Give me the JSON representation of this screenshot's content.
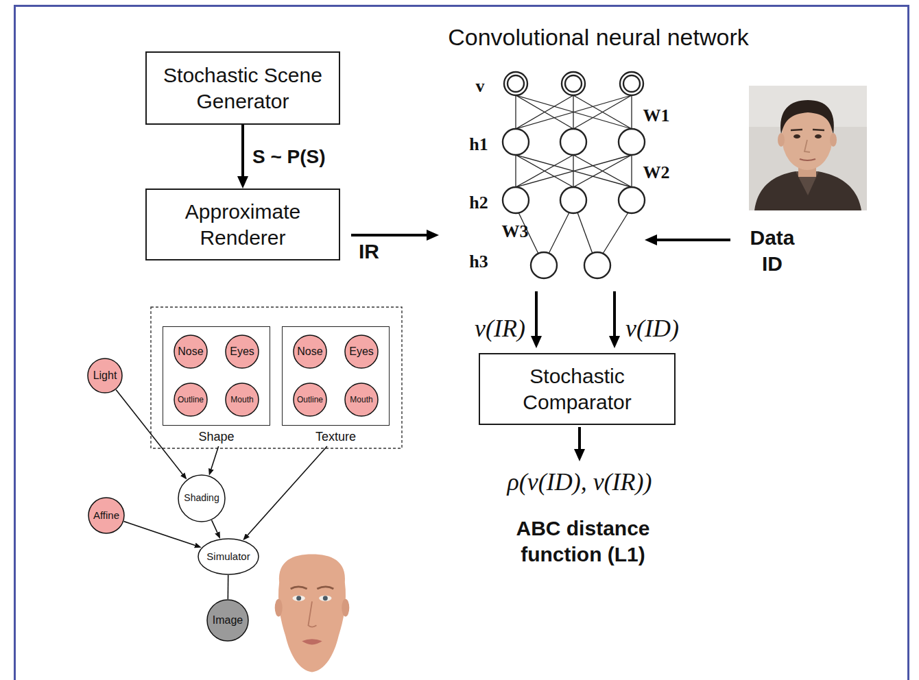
{
  "diagram": {
    "title": "Convolutional neural network",
    "nodes": [
      {
        "text": [
          "Stochastic Scene Generator"
        ]
      },
      {
        "text": [
          "Approximate Renderer"
        ]
      },
      {
        "text": [
          "Stochastic Comparator"
        ]
      },
      {
        "text": [
          "Shape"
        ]
      },
      {
        "text": [
          "Nose"
        ],
        "in": 3
      },
      {
        "text": [
          "Eyes"
        ],
        "in": 3
      },
      {
        "text": [
          "Outline"
        ],
        "in": 3
      },
      {
        "text": [
          "Mouth"
        ],
        "in": 3
      },
      {
        "text": [
          "Texture"
        ]
      },
      {
        "text": [
          "Nose"
        ],
        "in": 8
      },
      {
        "text": [
          "Eyes"
        ],
        "in": 8
      },
      {
        "text": [
          "Outline"
        ],
        "in": 8
      },
      {
        "text": [
          "Mouth"
        ],
        "in": 8
      },
      {
        "text": [
          "Light"
        ]
      },
      {
        "text": [
          "Shading"
        ]
      },
      {
        "text": [
          "Affine"
        ]
      },
      {
        "text": [
          "Simulator"
        ]
      },
      {
        "text": [
          "Image"
        ]
      }
    ],
    "edges": [
      {
        "from": 0,
        "to": 1,
        "label": "S ~ P(S)",
        "arrow": "to"
      },
      {
        "from": 13,
        "to": 14,
        "arrow": "to"
      },
      {
        "from": 3,
        "to": 14,
        "arrow": "to"
      },
      {
        "from": 14,
        "to": 16,
        "arrow": "to"
      },
      {
        "from": 15,
        "to": 16,
        "arrow": "to"
      },
      {
        "from": 8,
        "to": 16,
        "arrow": "to"
      },
      {
        "from": 16,
        "to": 17,
        "arrow": "none"
      }
    ],
    "labels": [
      "v",
      "h1",
      "h2",
      "h3",
      "W1",
      "W2",
      "W3",
      "IR",
      "Data ID",
      "ν(IR)",
      "ν(ID)",
      "ρ(ν(ID), ν(IR))",
      "ABC distance function (L1)"
    ]
  }
}
